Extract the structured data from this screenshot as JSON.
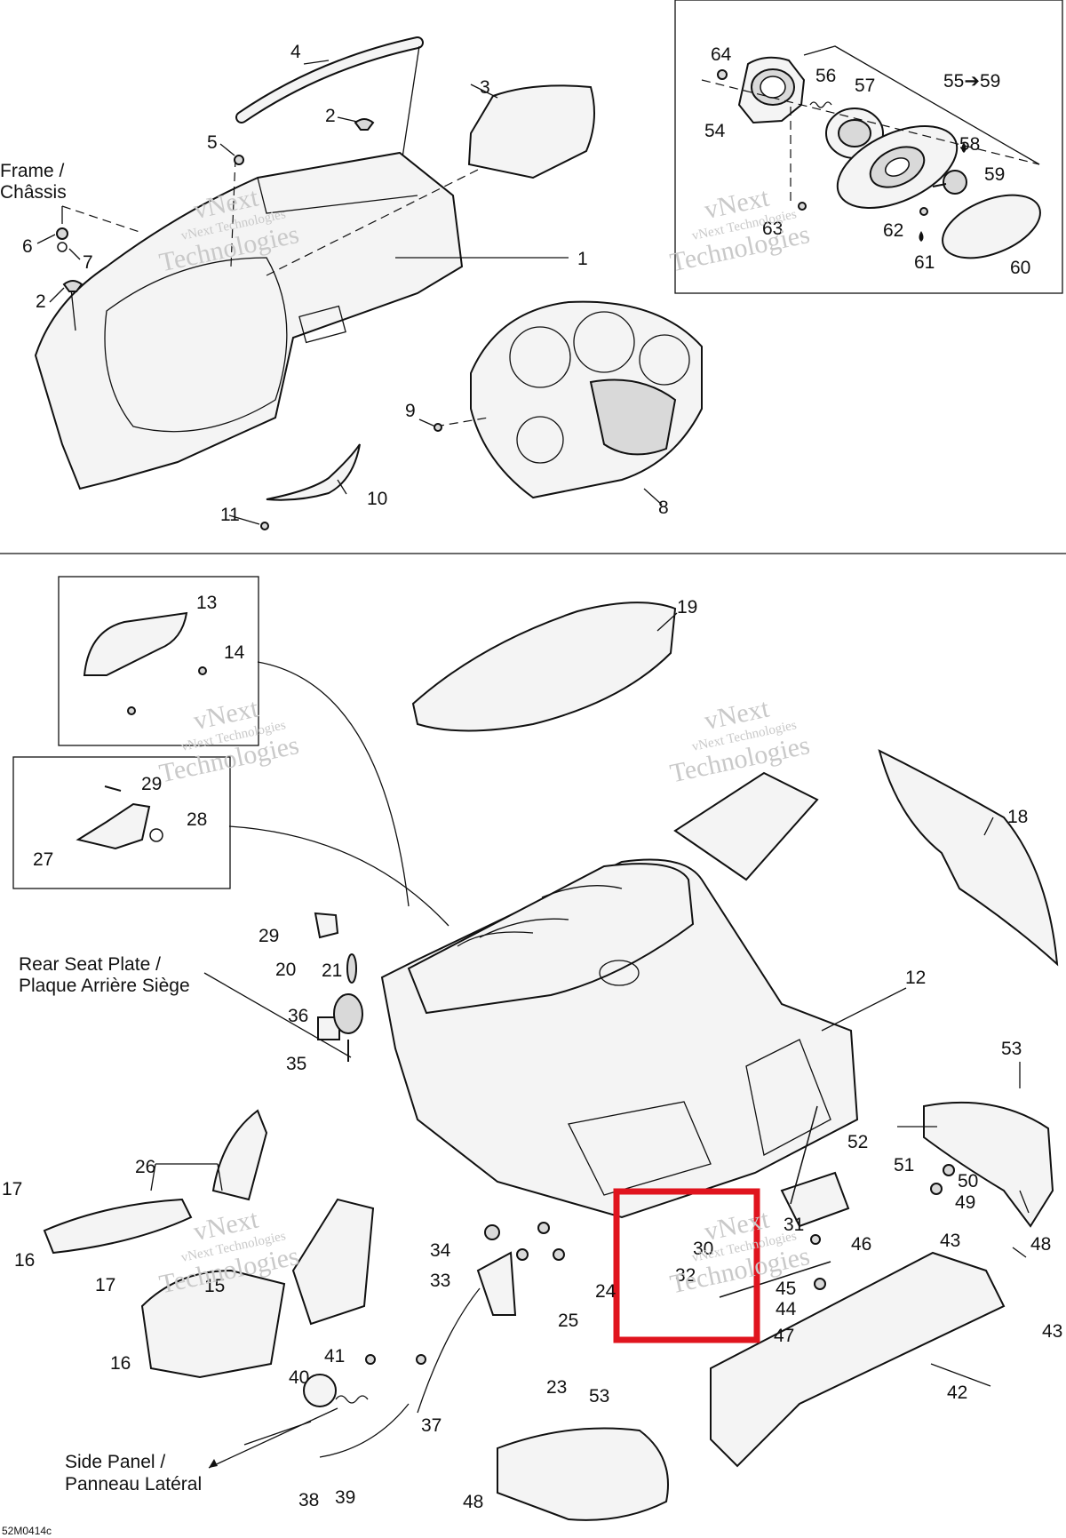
{
  "diagram": {
    "callouts": [
      "1",
      "2",
      "2",
      "3",
      "4",
      "5",
      "6",
      "7",
      "8",
      "9",
      "10",
      "11",
      "54",
      "55➔59",
      "56",
      "57",
      "58",
      "59",
      "60",
      "61",
      "62",
      "63",
      "64",
      "12",
      "13",
      "14",
      "15",
      "16",
      "16",
      "17",
      "17",
      "18",
      "19",
      "20",
      "21",
      "23",
      "24",
      "25",
      "26",
      "27",
      "28",
      "29",
      "29",
      "30",
      "31",
      "32",
      "33",
      "34",
      "35",
      "36",
      "37",
      "38",
      "39",
      "40",
      "41",
      "42",
      "43",
      "43",
      "44",
      "45",
      "46",
      "47",
      "48",
      "48",
      "49",
      "50",
      "51",
      "52",
      "53",
      "53"
    ],
    "captions": {
      "frame_line1": "Frame /",
      "frame_line2": "Châssis",
      "rear_seat_line1": "Rear Seat Plate /",
      "rear_seat_line2": "Plaque Arrière Siège",
      "side_panel_line1": "Side Panel /",
      "side_panel_line2": "Panneau Latéral"
    },
    "watermark": {
      "line1": "vNext",
      "line2": "vNext Technologies",
      "line3": "Technologies"
    },
    "figure_code": "52M0414c",
    "highlight_color": "#e0141e"
  }
}
